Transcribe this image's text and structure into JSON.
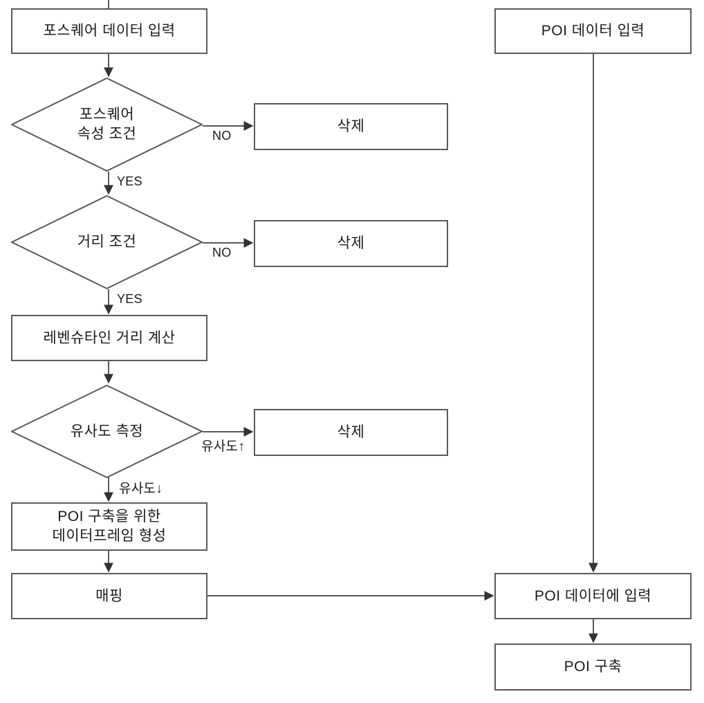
{
  "diagram": {
    "type": "flowchart",
    "title": "POI construction flowchart",
    "stroke_color": "#595959",
    "text_color": "#1a1a1a",
    "background": "#ffffff",
    "nodes": [
      {
        "id": "foursquare_input",
        "shape": "rectangle",
        "label": "포스퀘어 데이터 입력"
      },
      {
        "id": "foursquare_attr_cond",
        "shape": "diamond",
        "label": "포스퀘어\n속성 조건"
      },
      {
        "id": "delete1",
        "shape": "rectangle",
        "label": "삭제"
      },
      {
        "id": "distance_cond",
        "shape": "diamond",
        "label": "거리 조건"
      },
      {
        "id": "delete2",
        "shape": "rectangle",
        "label": "삭제"
      },
      {
        "id": "levenshtein",
        "shape": "rectangle",
        "label": "레벤슈타인 거리 계산"
      },
      {
        "id": "similarity_measure",
        "shape": "diamond",
        "label": "유사도 측정"
      },
      {
        "id": "delete3",
        "shape": "rectangle",
        "label": "삭제"
      },
      {
        "id": "dataframe",
        "shape": "rectangle",
        "label": "POI 구축을 위한\n데이터프레임 형성"
      },
      {
        "id": "mapping",
        "shape": "rectangle",
        "label": "매핑"
      },
      {
        "id": "poi_input",
        "shape": "rectangle",
        "label": "POI 데이터 입력"
      },
      {
        "id": "poi_data_insert",
        "shape": "rectangle",
        "label": "POI 데이터에 입력"
      },
      {
        "id": "poi_build",
        "shape": "rectangle",
        "label": "POI 구축"
      }
    ],
    "edge_labels": {
      "attr_no": "NO",
      "attr_yes": "YES",
      "dist_no": "NO",
      "dist_yes": "YES",
      "sim_high": "유사도↑",
      "sim_low": "유사도↓"
    }
  }
}
